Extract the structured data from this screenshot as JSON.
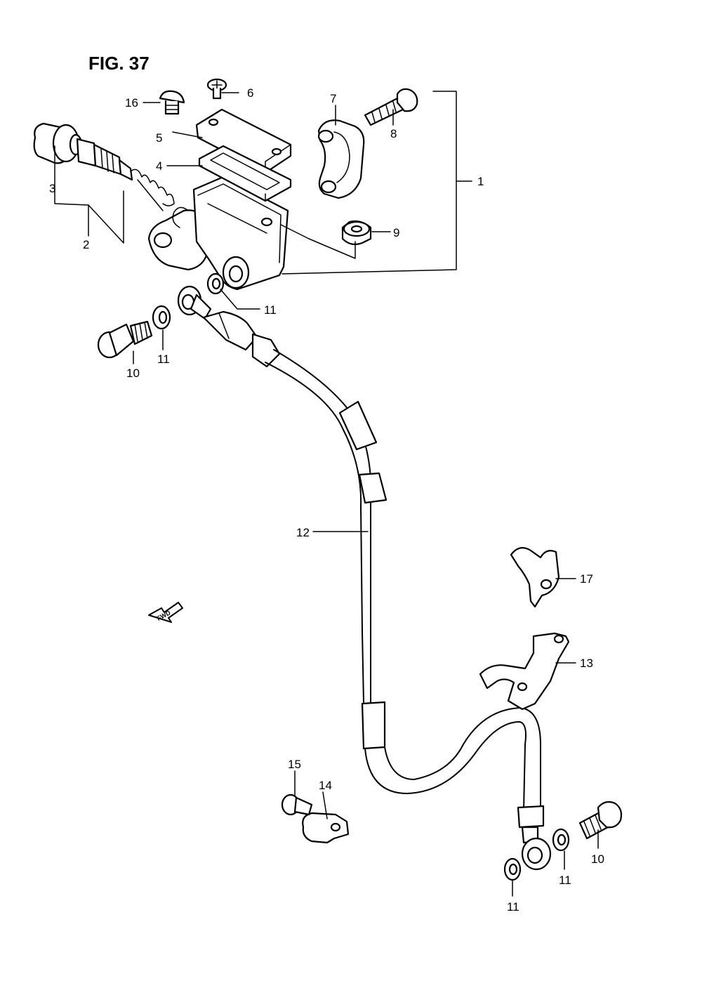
{
  "figure": {
    "title": "FIG. 37"
  },
  "fwd_badge": {
    "label": "FWD"
  },
  "callouts": {
    "c1": "1",
    "c2": "2",
    "c3": "3",
    "c4": "4",
    "c5": "5",
    "c6": "6",
    "c7": "7",
    "c8": "8",
    "c9": "9",
    "c10a": "10",
    "c10b": "10",
    "c11a": "11",
    "c11b": "11",
    "c11c": "11",
    "c11d": "11",
    "c12": "12",
    "c13": "13",
    "c14": "14",
    "c15": "15",
    "c16": "16",
    "c17": "17"
  }
}
